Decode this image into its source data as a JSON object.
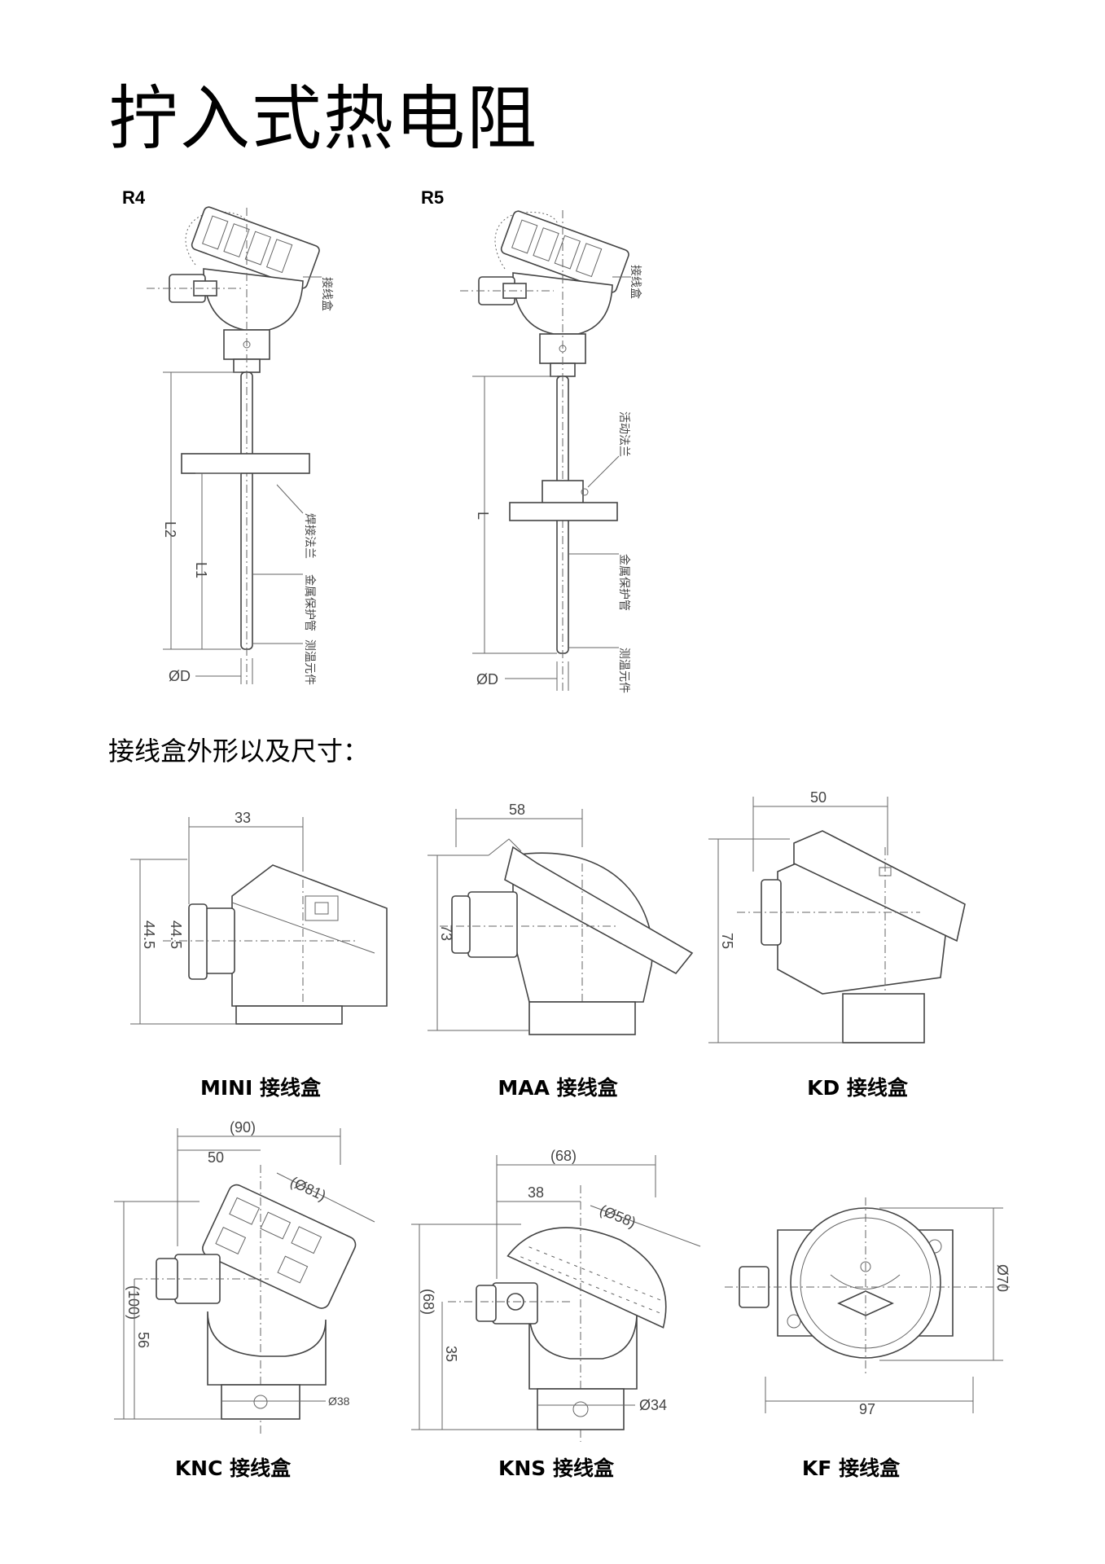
{
  "title": "拧入式热电阻",
  "models": {
    "r4": {
      "label": "R4",
      "callouts": [
        "接线盒",
        "焊接法兰",
        "金属保护管",
        "测温元件"
      ],
      "dims": [
        "L2",
        "L1",
        "ØD"
      ]
    },
    "r5": {
      "label": "R5",
      "callouts": [
        "接线盒",
        "活动法兰",
        "金属保护管",
        "测温元件"
      ],
      "dims": [
        "L",
        "ØD"
      ]
    }
  },
  "section_heading": "接线盒外形以及尺寸：",
  "boxes": {
    "mini": {
      "caption": "MINI 接线盒",
      "dims": [
        "33",
        "44.5",
        "44.5"
      ]
    },
    "maa": {
      "caption": "MAA 接线盒",
      "dims": [
        "58",
        "73"
      ]
    },
    "kd": {
      "caption": "KD 接线盒",
      "dims": [
        "50",
        "75"
      ]
    },
    "knc": {
      "caption": "KNC 接线盒",
      "dims": [
        "(90)",
        "50",
        "(Ø81)",
        "(100)",
        "56",
        "Ø38"
      ]
    },
    "kns": {
      "caption": "KNS 接线盒",
      "dims": [
        "(68)",
        "38",
        "(Ø58)",
        "(68)",
        "35",
        "Ø34"
      ]
    },
    "kf": {
      "caption": "KF 接线盒",
      "dims": [
        "Ø70",
        "97"
      ]
    }
  }
}
